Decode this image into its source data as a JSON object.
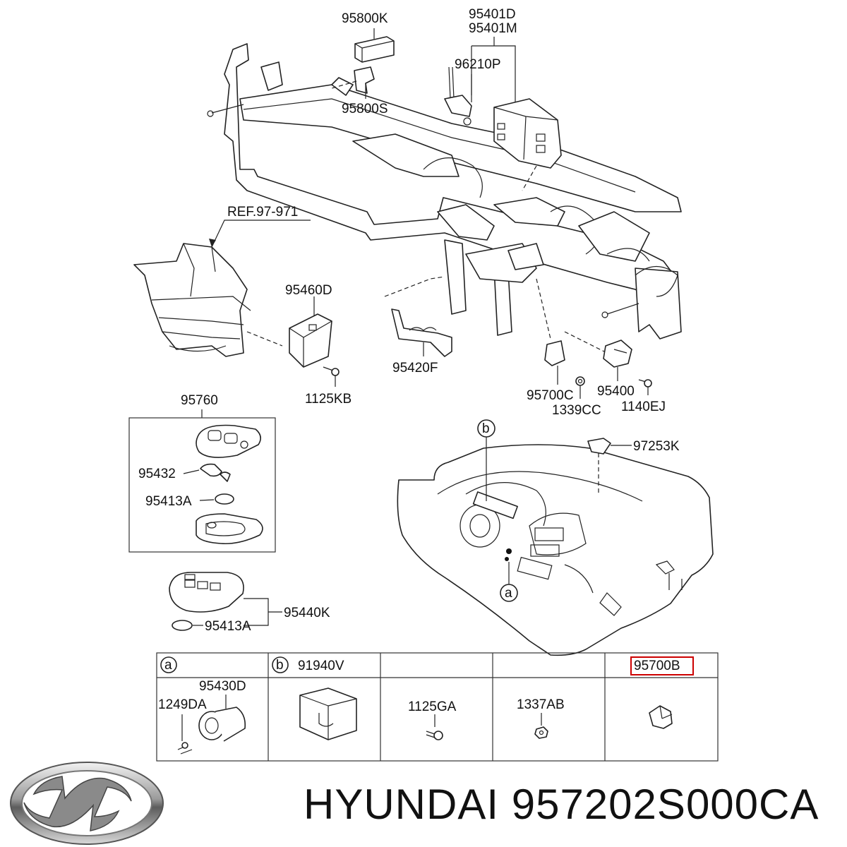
{
  "brand": {
    "name": "HYUNDAI",
    "part_number": "957202S000CA"
  },
  "labels": {
    "l_95800K": "95800K",
    "l_95401D": "95401D",
    "l_95401M": "95401M",
    "l_96210P": "96210P",
    "l_95800S": "95800S",
    "l_ref": "REF.97-971",
    "l_95460D": "95460D",
    "l_1125KB": "1125KB",
    "l_95420F": "95420F",
    "l_95700C": "95700C",
    "l_1339CC": "1339CC",
    "l_95400": "95400",
    "l_1140EJ": "1140EJ",
    "l_95760": "95760",
    "l_95432": "95432",
    "l_95413A_1": "95413A",
    "l_95440K": "95440K",
    "l_95413A_2": "95413A",
    "l_97253K": "97253K",
    "callout_a": "a",
    "callout_b": "b"
  },
  "table": {
    "header": [
      "a",
      "b",
      "91940V",
      "",
      "",
      "95700B"
    ],
    "cells": {
      "c1_95430D": "95430D",
      "c1_1249DA": "1249DA",
      "c3_1125GA": "1125GA",
      "c4_1337AB": "1337AB"
    },
    "highlight_color": "#cc0000"
  }
}
